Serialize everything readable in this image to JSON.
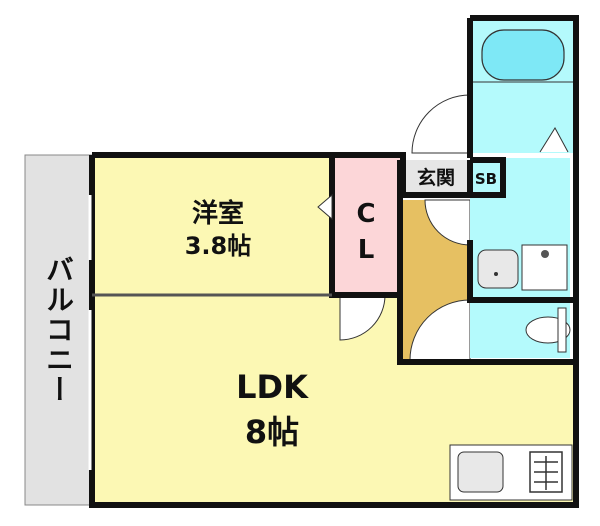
{
  "floor_plan": {
    "rooms": {
      "western_room": {
        "name": "洋室",
        "size": "3.8帖"
      },
      "closet": {
        "line1": "C",
        "line2": "L"
      },
      "ldk": {
        "name": "LDK",
        "size": "8帖"
      },
      "entrance": {
        "name": "玄関"
      },
      "shoe_box": {
        "name": "SB"
      },
      "balcony": {
        "name": "バルコニー"
      }
    },
    "colors": {
      "room": "#fcf8b4",
      "closet": "#fcd6d8",
      "wet": "#b4fafc",
      "hall": "#e6c062",
      "balcony": "#e2e2e2",
      "entrance": "#e6e6e6",
      "wall": "#111111"
    }
  }
}
